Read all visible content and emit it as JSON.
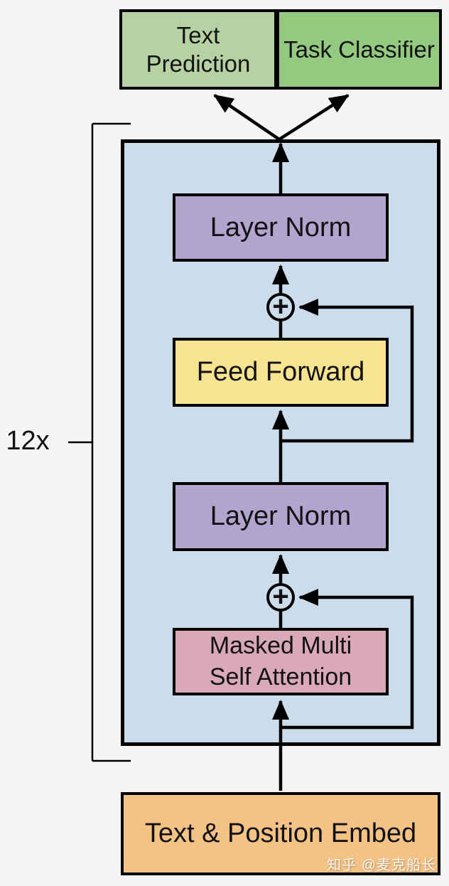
{
  "diagram": {
    "repeat_label": "12x",
    "outputs": {
      "text_prediction": {
        "label": "Text Prediction",
        "color": "#b6d2a3"
      },
      "task_classifier": {
        "label": "Task Classifier",
        "color": "#94ca80"
      }
    },
    "transformer_block": {
      "container_color": "#cbdceb",
      "add_symbol": "+",
      "layers": [
        {
          "id": "layer-norm-top",
          "label": "Layer Norm",
          "color": "#b1a5cf"
        },
        {
          "id": "feed-forward",
          "label": "Feed Forward",
          "color": "#f8e391"
        },
        {
          "id": "layer-norm-bottom",
          "label": "Layer Norm",
          "color": "#b1a5cf"
        },
        {
          "id": "masked-multi-self-attention",
          "label": "Masked Multi Self Attention",
          "lines": [
            "Masked Multi",
            "Self Attention"
          ],
          "color": "#d9a9b9"
        }
      ]
    },
    "input": {
      "label": "Text & Position Embed",
      "color": "#f5c286"
    },
    "watermark": "知乎 @麦克船长"
  }
}
